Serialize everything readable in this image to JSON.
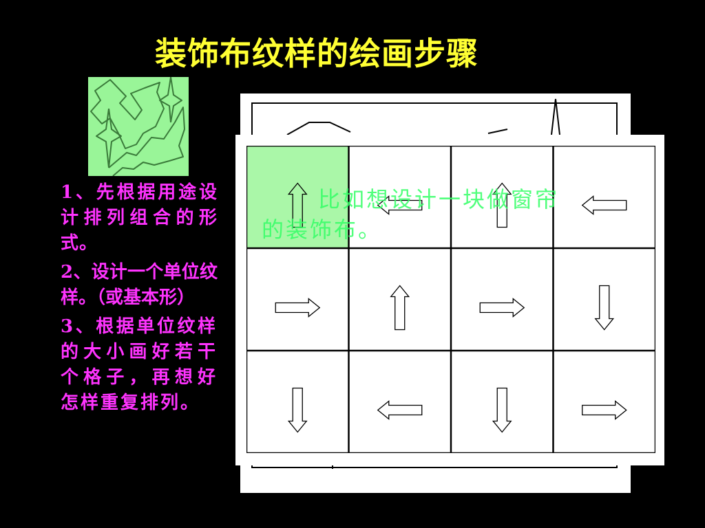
{
  "slide": {
    "title": "装饰布纹样的绘画步骤",
    "steps": [
      "1、先根据用途设计排列组合的形式。",
      "2、设计一个单位纹样。（或基本形）",
      "3、根据单位纹样的大小画好若干个格子，再想好怎样重复排列。"
    ],
    "caption": "比如想设计一块做窗帘的装饰布。"
  },
  "colors": {
    "background": "#000000",
    "title": "#ffff33",
    "steps": "#ff33ff",
    "caption": "#33ff66",
    "cell_highlight": "#aaf7a8",
    "motif_fill": "#99f598",
    "motif_line": "#3a7a3a"
  },
  "grid": {
    "rows": 3,
    "cols": 4,
    "cells": [
      {
        "arrow": "up",
        "highlight": true
      },
      {
        "arrow": "left",
        "highlight": false
      },
      {
        "arrow": "up",
        "highlight": false
      },
      {
        "arrow": "left",
        "highlight": false
      },
      {
        "arrow": "right",
        "highlight": false
      },
      {
        "arrow": "up",
        "highlight": false
      },
      {
        "arrow": "right",
        "highlight": false
      },
      {
        "arrow": "down",
        "highlight": false
      },
      {
        "arrow": "down",
        "highlight": false
      },
      {
        "arrow": "left",
        "highlight": false
      },
      {
        "arrow": "down",
        "highlight": false
      },
      {
        "arrow": "right",
        "highlight": false
      }
    ]
  }
}
